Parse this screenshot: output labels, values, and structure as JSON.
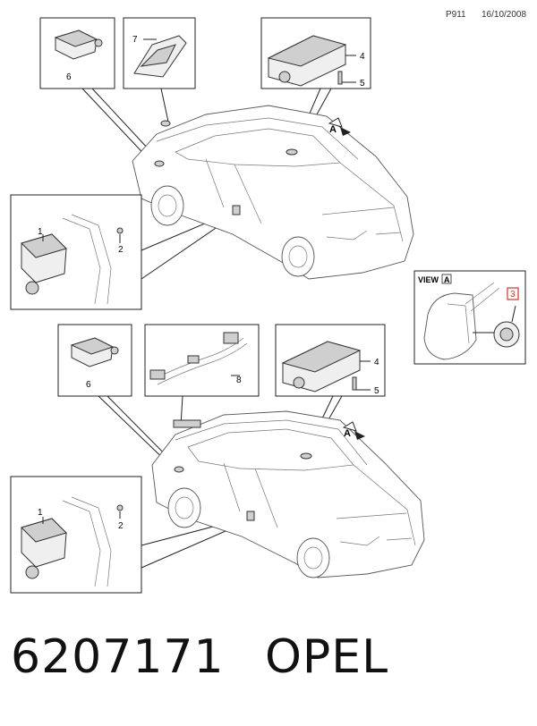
{
  "header": {
    "page_code": "P911",
    "date": "16/10/2008"
  },
  "callouts": {
    "c1_top": "1",
    "c2_top": "2",
    "c4_top": "4",
    "c5_top": "5",
    "c6_top": "6",
    "c7_top": "7",
    "c1_bot": "1",
    "c2_bot": "2",
    "c4_bot": "4",
    "c5_bot": "5",
    "c6_bot": "6",
    "c8_bot": "8",
    "c3_view": "3"
  },
  "view_box": {
    "label": "VIEW",
    "letter": "A"
  },
  "arrow_labels": {
    "top": "A",
    "bottom": "A"
  },
  "footer": {
    "part_number": "6207171",
    "brand": "OPEL"
  },
  "colors": {
    "callout_highlight": "#e0302a"
  }
}
